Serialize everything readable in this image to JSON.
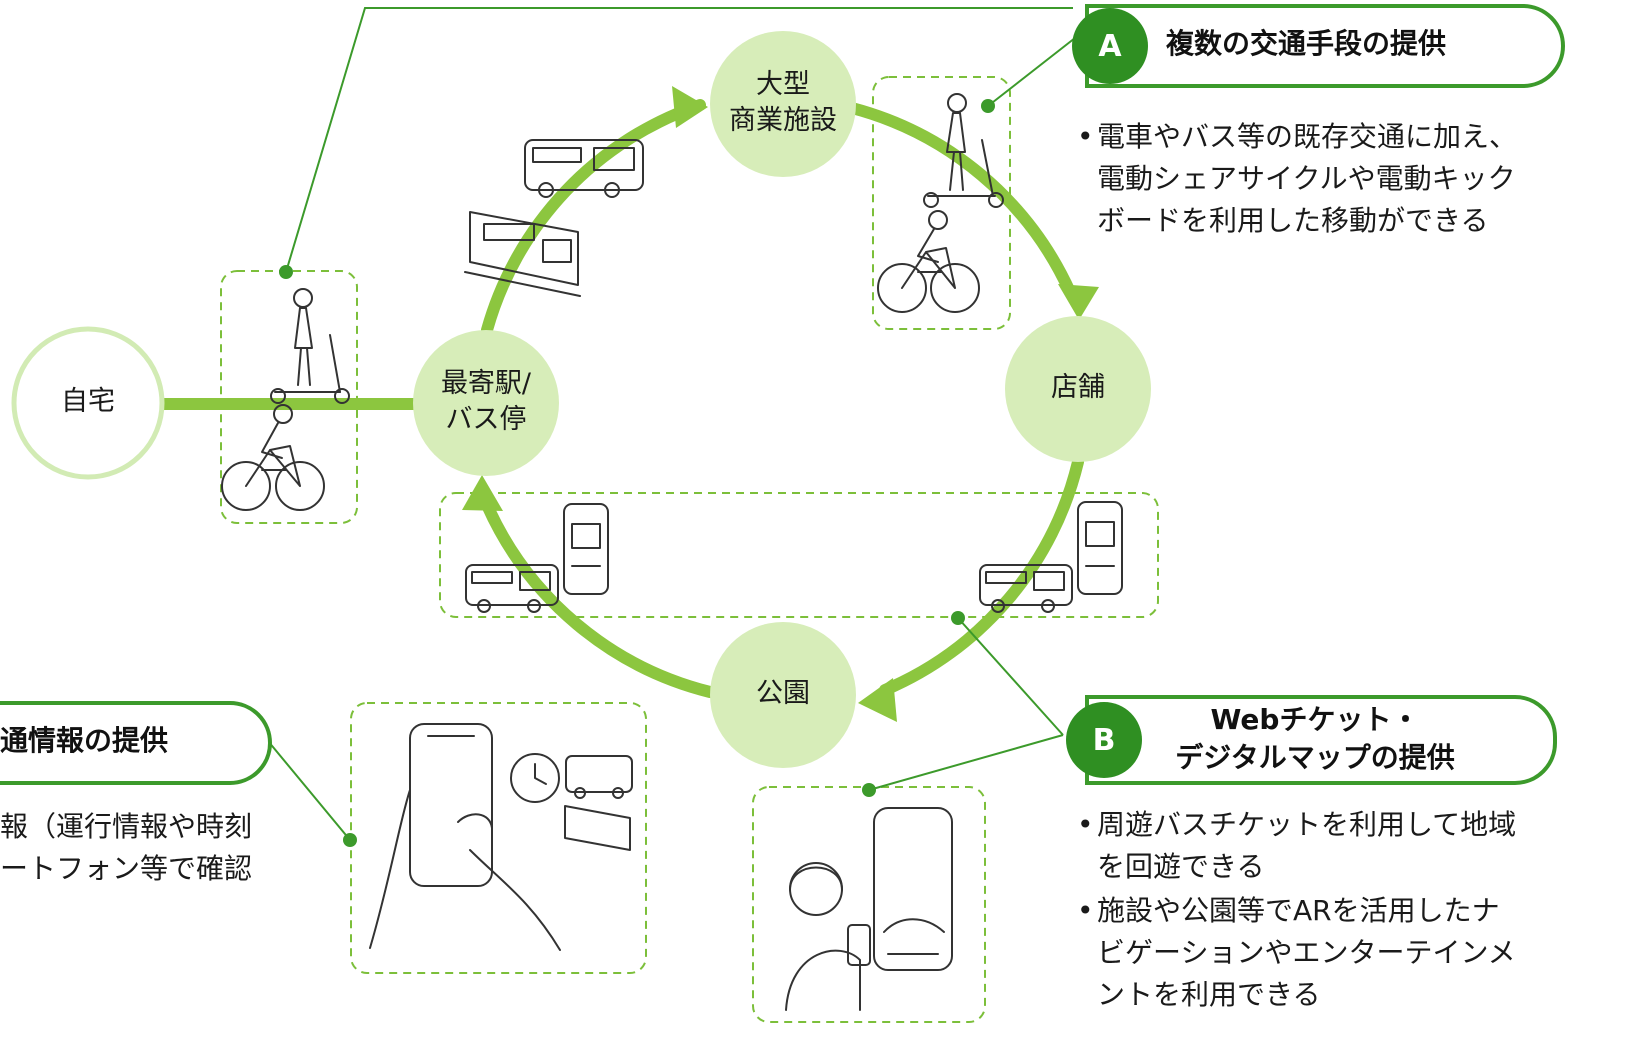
{
  "nodes": {
    "home": "自宅",
    "station": "最寄駅/\nバス停",
    "mall_line1": "大型",
    "mall_line2": "商業施設",
    "store": "店舗",
    "park": "公園",
    "station_line1": "最寄駅/",
    "station_line2": "バス停"
  },
  "section_a": {
    "badge": "A",
    "title": "複数の交通手段の提供",
    "bullets": [
      "電車やバス等の既存交通に加え、",
      "電動シェアサイクルや電動キック",
      "ボードを利用した移動ができる"
    ]
  },
  "section_b": {
    "badge": "B",
    "title_line1": "Webチケット・",
    "title_line2": "デジタルマップの提供",
    "bullet1_line1": "周遊バスチケットを利用して地域",
    "bullet1_line2": "を回遊できる",
    "bullet2_line1": "施設や公園等でARを活用したナ",
    "bullet2_line2": "ビゲーションやエンターテインメ",
    "bullet2_line3": "ントを利用できる"
  },
  "section_c": {
    "title": "通情報の提供",
    "line1": "報（運行情報や時刻",
    "line2": "ートフォン等で確認"
  },
  "colors": {
    "route_green": "#8cc63f",
    "node_fill": "#d5ecb7",
    "node_stroke": "#c4e39e",
    "accent_dark": "#3c9a2b",
    "badge": "#2f8f22",
    "dashed": "#7cbf3a"
  },
  "icons": [
    "scooter-icon",
    "bicycle-icon",
    "bus-icon",
    "train-icon",
    "smartphone-qr-icon",
    "hand-phone-icon",
    "woman-phone-icon",
    "clock-icon"
  ]
}
